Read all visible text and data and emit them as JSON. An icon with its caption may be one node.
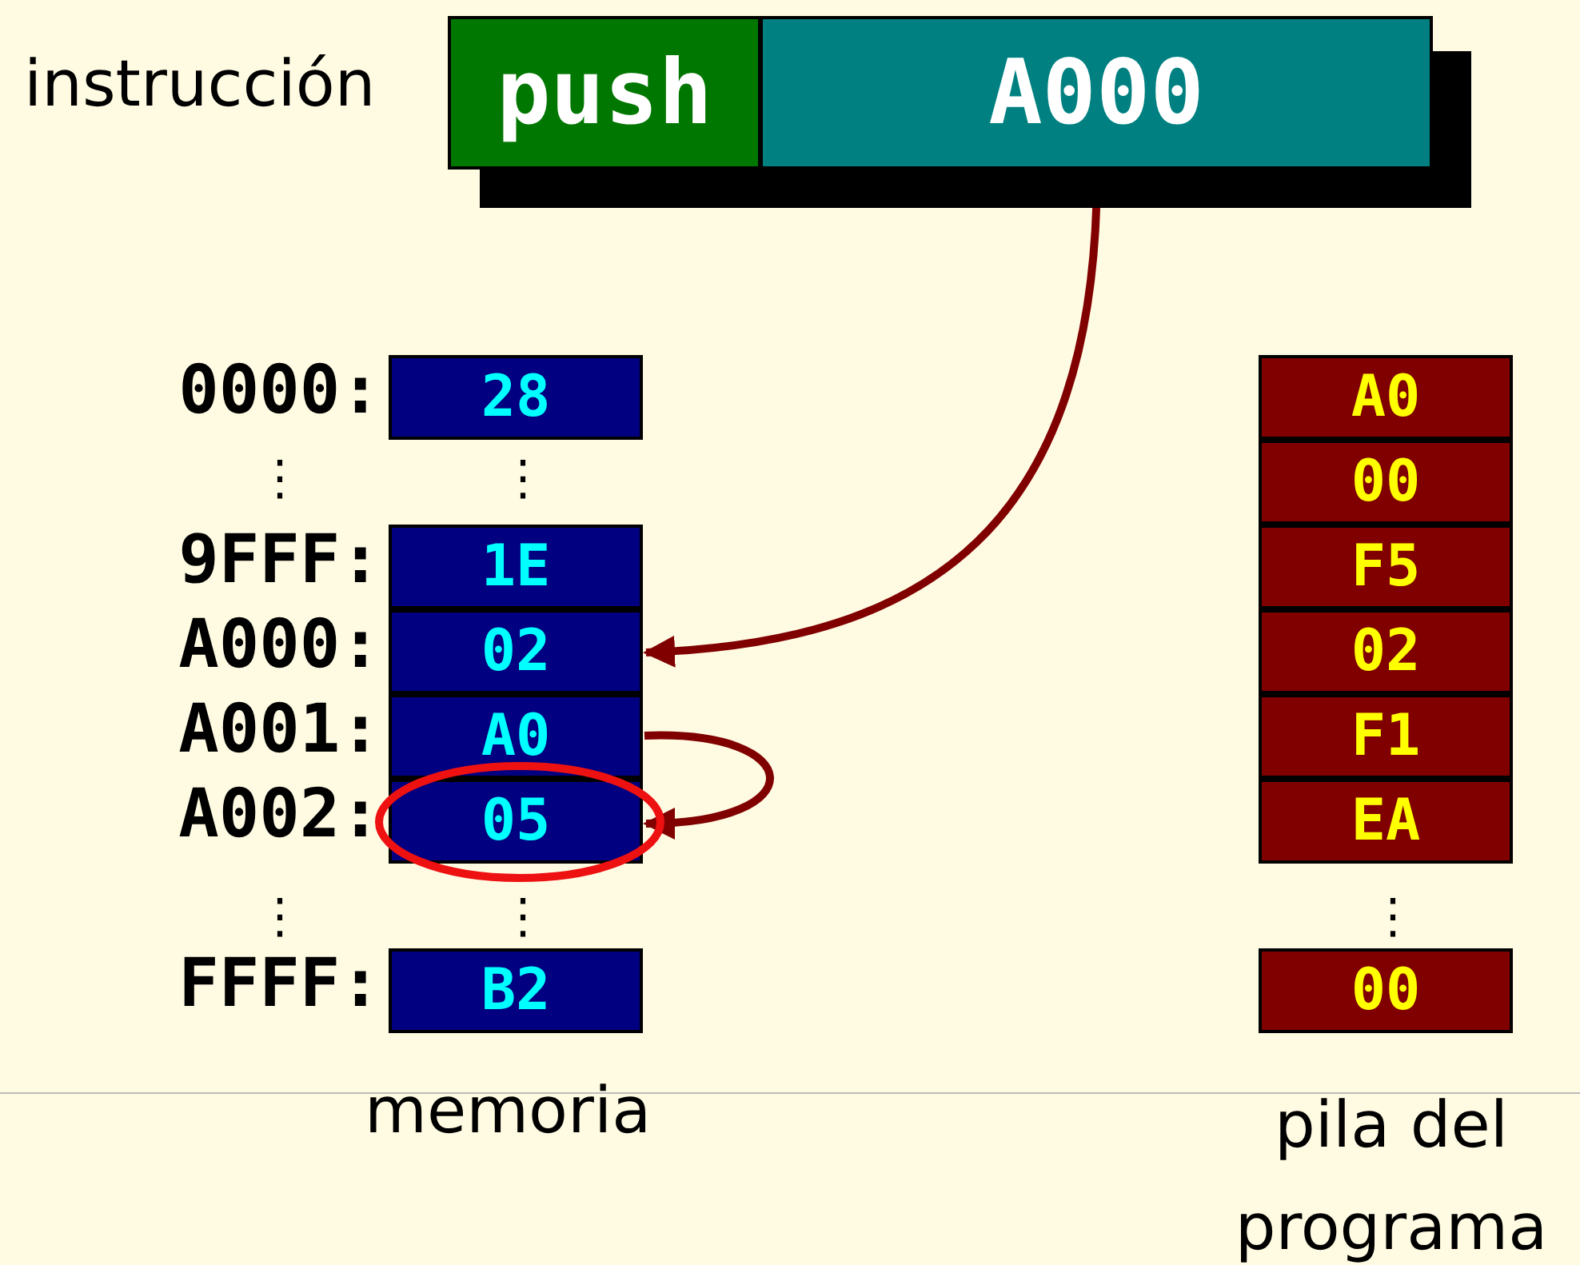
{
  "diagram": {
    "nodes": [
      {
        "text": [
          "push"
        ]
      },
      {
        "text": [
          "A000"
        ]
      },
      {
        "text": [
          "28"
        ],
        "beside": [
          "0000:"
        ]
      },
      {
        "text": [
          "1E"
        ],
        "beside": [
          "9FFF:"
        ]
      },
      {
        "text": [
          "02"
        ],
        "beside": [
          "A000:"
        ]
      },
      {
        "text": [
          "A0"
        ],
        "beside": [
          "A001:"
        ]
      },
      {
        "text": [
          "05"
        ],
        "beside": [
          "A002:"
        ]
      },
      {
        "text": [
          "B2"
        ],
        "beside": [
          "FFFF:"
        ]
      },
      {
        "text": [
          "A0"
        ]
      },
      {
        "text": [
          "00"
        ]
      },
      {
        "text": [
          "F5"
        ]
      },
      {
        "text": [
          "02"
        ]
      },
      {
        "text": [
          "F1"
        ]
      },
      {
        "text": [
          "EA"
        ]
      },
      {
        "text": [
          "00"
        ]
      }
    ],
    "edges": [
      {
        "from": 1,
        "to": 4,
        "arrow": "to"
      },
      {
        "from": 5,
        "to": 6,
        "arrow": "to"
      }
    ],
    "labels": [
      "instrucción",
      "⋮",
      "⋮",
      "⋮",
      "⋮",
      "⋮",
      "memoria",
      "pila del programa"
    ]
  }
}
